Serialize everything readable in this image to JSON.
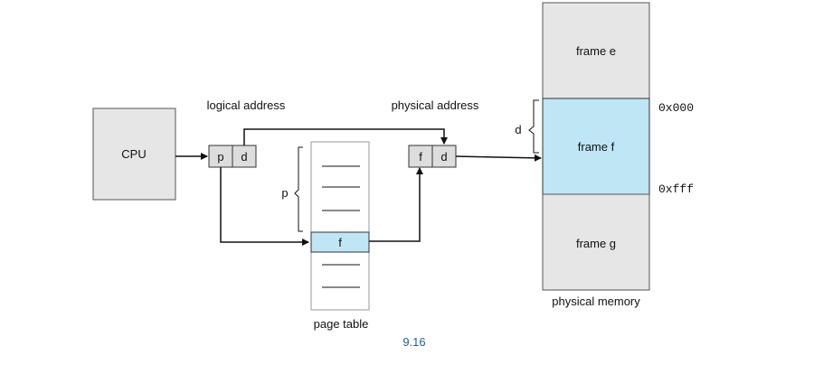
{
  "cpu": {
    "label": "CPU"
  },
  "logical_address": {
    "title": "logical address",
    "p": "p",
    "d": "d"
  },
  "physical_address": {
    "title": "physical address",
    "f": "f",
    "d": "d"
  },
  "page_table": {
    "title": "page table",
    "p_label": "p",
    "entry": "f"
  },
  "physical_memory": {
    "title": "physical memory",
    "frames": [
      "frame e",
      "frame f",
      "frame g"
    ],
    "d_label": "d",
    "start_addr": "0x000",
    "end_addr": "0xfff"
  },
  "figure_number": "9.16",
  "colors": {
    "box_fill": "#e6e6e6",
    "highlight": "#bfe6f5",
    "cell_fill": "#dddddd",
    "figure_label": "#1f5fa8"
  }
}
